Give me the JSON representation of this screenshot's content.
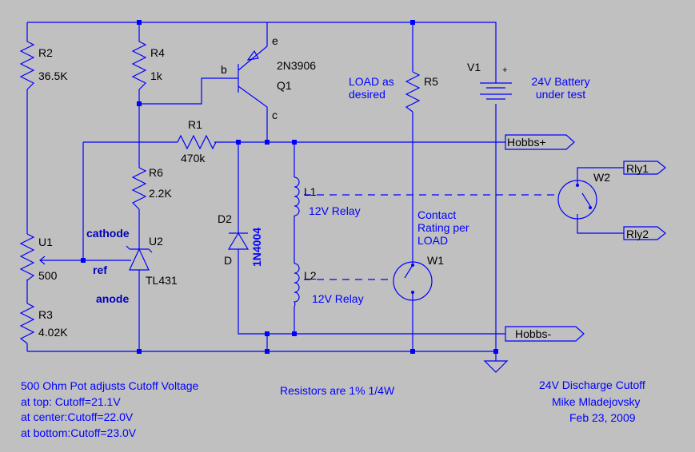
{
  "components": {
    "r2": {
      "ref": "R2",
      "value": "36.5K"
    },
    "r4": {
      "ref": "R4",
      "value": "1k"
    },
    "r1": {
      "ref": "R1",
      "value": "470k"
    },
    "r6": {
      "ref": "R6",
      "value": "2.2K"
    },
    "r5": {
      "ref": "R5",
      "note": "LOAD as\ndesired"
    },
    "r3": {
      "ref": "R3",
      "value": "4.02K"
    },
    "u1": {
      "ref": "U1",
      "value": "500"
    },
    "u2": {
      "ref": "U2",
      "value": "TL431",
      "cathode": "cathode",
      "ref_pin": "ref",
      "anode": "anode"
    },
    "q1": {
      "ref": "Q1",
      "value": "2N3906",
      "pin_e": "e",
      "pin_b": "b",
      "pin_c": "c"
    },
    "d2": {
      "ref": "D2",
      "value": "1N4004",
      "pin": "D"
    },
    "l1": {
      "ref": "L1",
      "value": "12V Relay"
    },
    "l2": {
      "ref": "L2",
      "value": "12V Relay"
    },
    "v1": {
      "ref": "V1",
      "value": "24V Battery\nunder test",
      "plus": "+"
    },
    "w1": {
      "ref": "W1",
      "note": "Contact\nRating per\nLOAD"
    },
    "w2": {
      "ref": "W2"
    }
  },
  "ports": {
    "hobbs_plus": "Hobbs+",
    "hobbs_minus": "Hobbs-",
    "rly1": "Rly1",
    "rly2": "Rly2"
  },
  "notes": {
    "pot": "500 Ohm Pot adjusts Cutoff Voltage\nat top: Cutoff=21.1V\nat center:Cutoff=22.0V\nat bottom:Cutoff=23.0V",
    "resistors": "Resistors are 1% 1/4W",
    "title": "24V Discharge Cutoff",
    "author": "Mike Mladejovsky",
    "date": "Feb 23, 2009"
  },
  "colors": {
    "background": "#c0c0c0",
    "wire": "#0000ff",
    "ref_text": "#000000",
    "note_text": "#0000ff"
  }
}
